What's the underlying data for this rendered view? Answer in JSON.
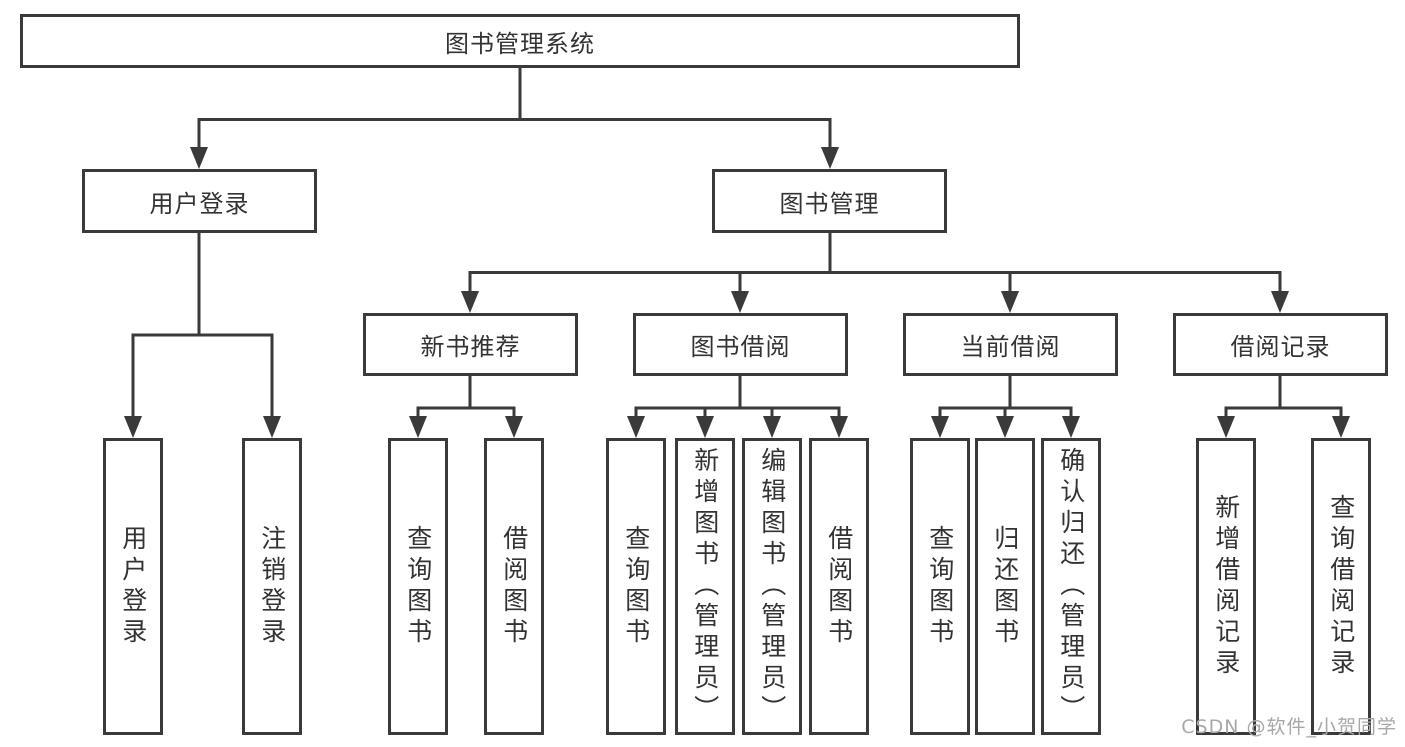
{
  "tree": {
    "root": {
      "label": "图书管理系统",
      "children": [
        {
          "label": "用户登录",
          "children": [
            {
              "label": "用户登录"
            },
            {
              "label": "注销登录"
            }
          ]
        },
        {
          "label": "图书管理",
          "children": [
            {
              "label": "新书推荐",
              "children": [
                {
                  "label": "查询图书"
                },
                {
                  "label": "借阅图书"
                }
              ]
            },
            {
              "label": "图书借阅",
              "children": [
                {
                  "label": "查询图书"
                },
                {
                  "label": "新增图书（管理员）"
                },
                {
                  "label": "编辑图书（管理员）"
                },
                {
                  "label": "借阅图书"
                }
              ]
            },
            {
              "label": "当前借阅",
              "children": [
                {
                  "label": "查询图书"
                },
                {
                  "label": "归还图书"
                },
                {
                  "label": "确认归还（管理员）"
                }
              ]
            },
            {
              "label": "借阅记录",
              "children": [
                {
                  "label": "新增借阅记录"
                },
                {
                  "label": "查询借阅记录"
                }
              ]
            }
          ]
        }
      ]
    }
  },
  "watermark": "CSDN @软件_小贺同学",
  "colors": {
    "line": "#3a3a3a",
    "text": "#333333",
    "node_background": "#ffffff",
    "watermark": "#a8a8a8",
    "background": "#ffffff"
  }
}
